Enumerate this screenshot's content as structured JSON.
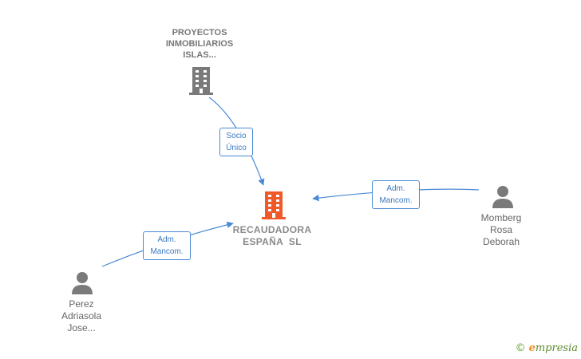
{
  "nodes": {
    "proyectos": {
      "label_lines": [
        "PROYECTOS",
        "INMOBILIARIOS",
        "ISLAS..."
      ]
    },
    "recaudadora": {
      "label_lines": [
        "RECAUDADORA",
        "ESPAÑA  SL"
      ]
    },
    "momberg": {
      "label_lines": [
        "Momberg",
        "Rosa",
        "Deborah"
      ]
    },
    "perez": {
      "label_lines": [
        "Perez",
        "Adriasola",
        "Jose..."
      ]
    }
  },
  "edges": {
    "socio_unico": {
      "line1": "Socio",
      "line2": "Único"
    },
    "adm_mancom_right": {
      "line1": "Adm.",
      "line2": "Mancom."
    },
    "adm_mancom_left": {
      "line1": "Adm.",
      "line2": "Mancom."
    }
  },
  "colors": {
    "edge": "#4a8ad4",
    "company_icon": "#7a7a7a",
    "focus_icon": "#f05a28",
    "person_icon": "#7a7a7a"
  },
  "brand": {
    "copyright": "©",
    "e_letter": "e",
    "rest": "mpresia"
  }
}
